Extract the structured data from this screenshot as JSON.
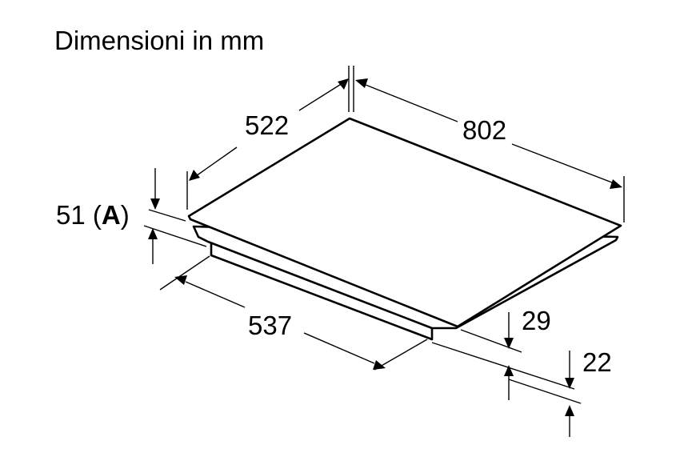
{
  "title": "Dimensioni in mm",
  "dimensions": {
    "depth": "522",
    "width": "802",
    "cutout_depth": "537",
    "height_prefix": "51 (",
    "height_note": "A",
    "height_suffix": ")",
    "frame_height": "29",
    "body_height": "22"
  }
}
